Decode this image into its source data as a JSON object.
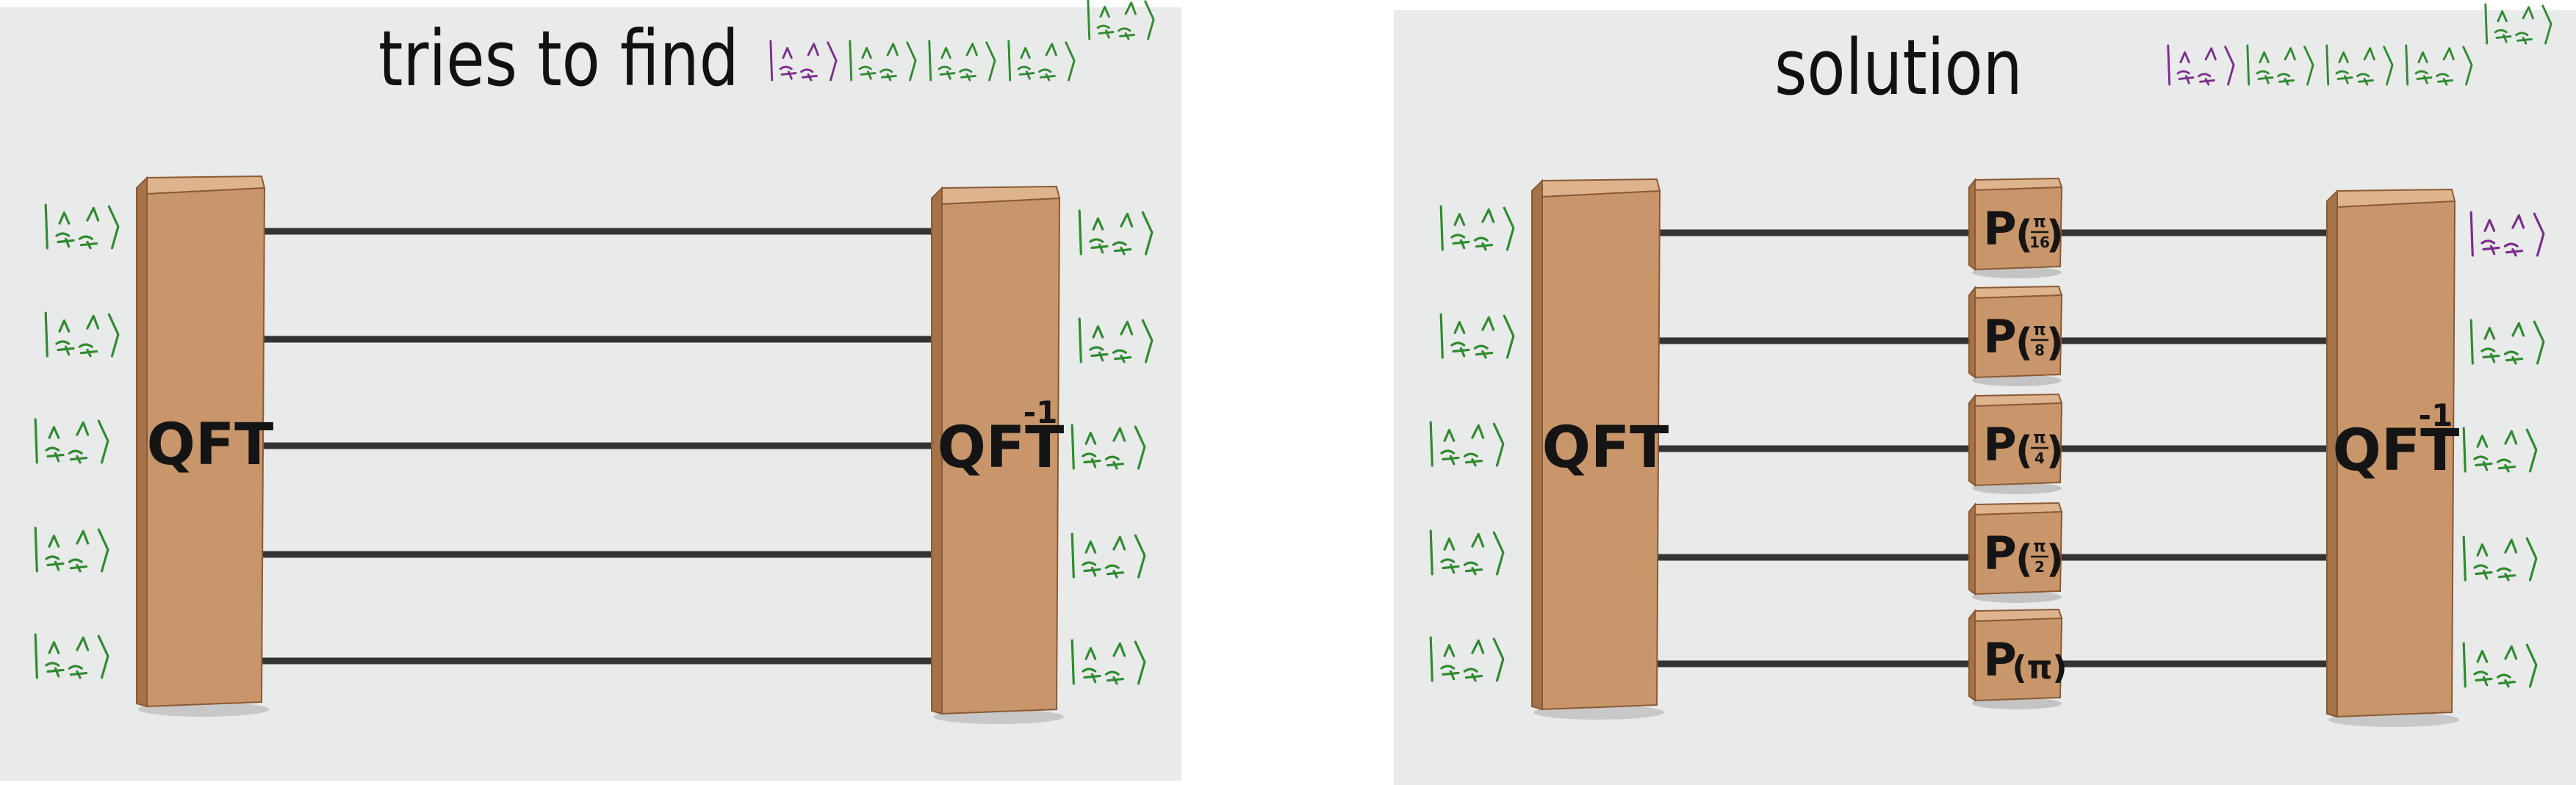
{
  "colors": {
    "panel_background": "#e9eaea",
    "wire": "#333333",
    "block_front": "#c8966a",
    "block_side": "#a5724a",
    "block_top": "#ddb48e",
    "ket_green": "#2f8a2f",
    "ket_purple": "#7a2d8c"
  },
  "panels": [
    {
      "title": "tries to find",
      "gates": {
        "qft_label": "QFT",
        "iqft_label": "QFT",
        "iqft_superscript": "-1"
      },
      "header_ket_colors": [
        "purple",
        "green",
        "green",
        "green",
        "green"
      ],
      "input_ket_colors": [
        "green",
        "green",
        "green",
        "green",
        "green"
      ],
      "output_ket_colors": [
        "green",
        "green",
        "green",
        "green",
        "green"
      ],
      "phase_gates": []
    },
    {
      "title": "solution",
      "gates": {
        "qft_label": "QFT",
        "iqft_label": "QFT",
        "iqft_superscript": "-1"
      },
      "header_ket_colors": [
        "purple",
        "green",
        "green",
        "green",
        "green"
      ],
      "input_ket_colors": [
        "green",
        "green",
        "green",
        "green",
        "green"
      ],
      "output_ket_colors": [
        "purple",
        "green",
        "green",
        "green",
        "green"
      ],
      "phase_gates": [
        {
          "label": "P",
          "angle_numerator": "π",
          "angle_denominator": "16"
        },
        {
          "label": "P",
          "angle_numerator": "π",
          "angle_denominator": "8"
        },
        {
          "label": "P",
          "angle_numerator": "π",
          "angle_denominator": "4"
        },
        {
          "label": "P",
          "angle_numerator": "π",
          "angle_denominator": "2"
        },
        {
          "label": "P",
          "angle_numerator": "π",
          "angle_denominator": ""
        }
      ]
    }
  ]
}
